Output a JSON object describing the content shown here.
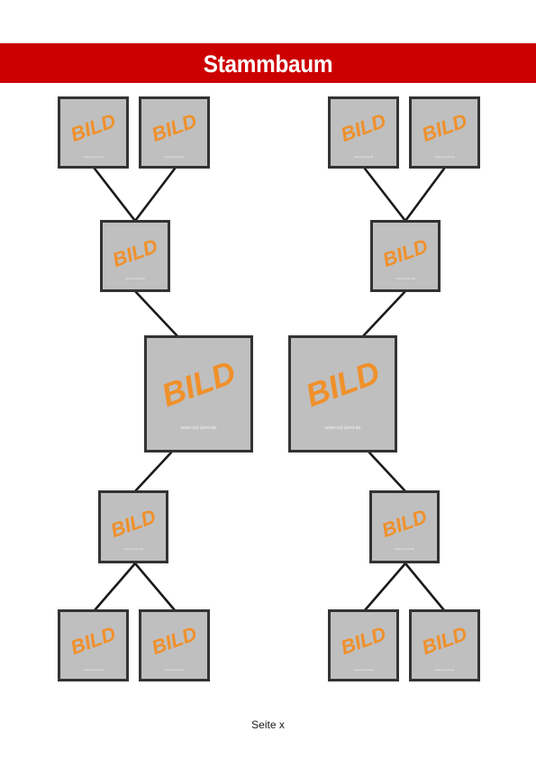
{
  "header": {
    "title": "Stammbaum",
    "bar_color": "#cc0000"
  },
  "placeholder": {
    "label": "BILD",
    "url": "www.ccl-print.de",
    "label_color": "#f0902a",
    "box_color": "#bfbfbf",
    "border_color": "#333333"
  },
  "footer": {
    "page_label": "Seite x"
  }
}
